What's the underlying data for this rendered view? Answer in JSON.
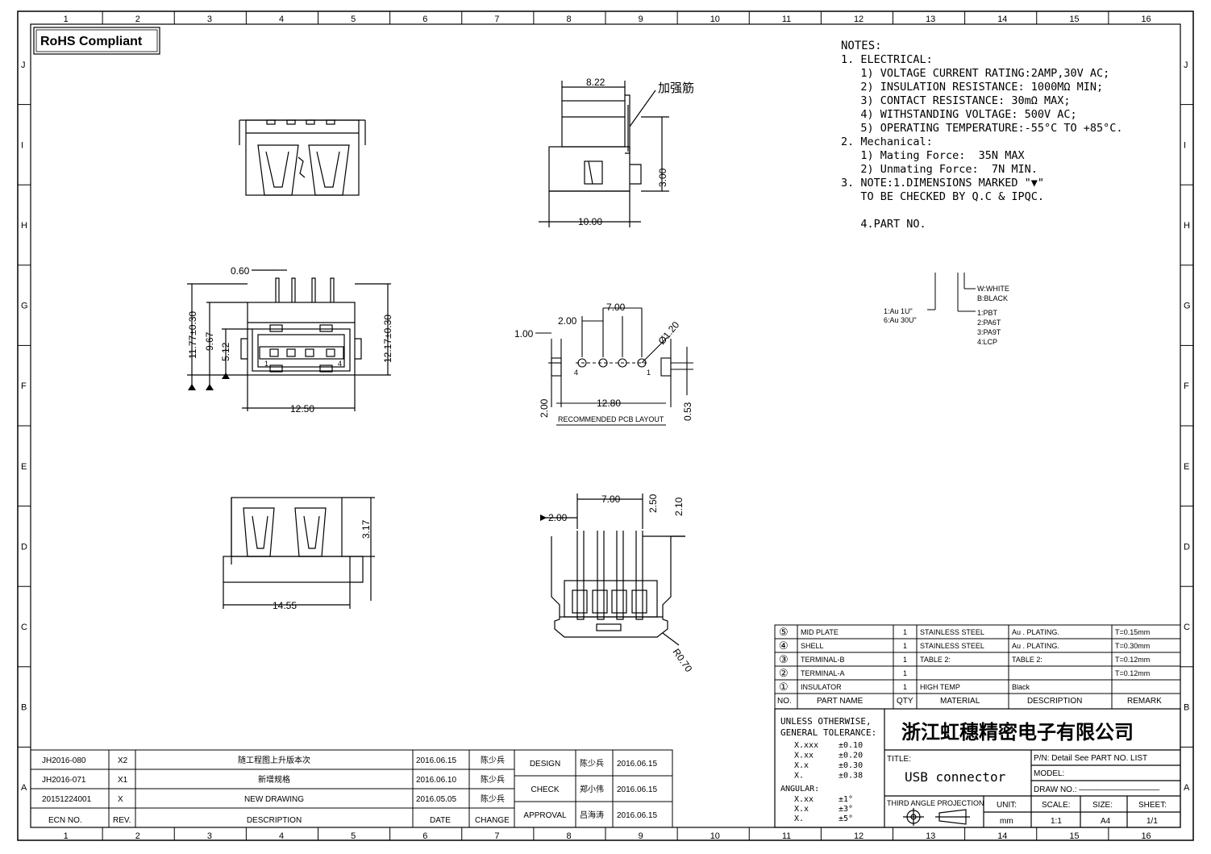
{
  "rohs": "RoHS  Compliant",
  "border": {
    "cols": [
      "1",
      "2",
      "3",
      "4",
      "5",
      "6",
      "7",
      "8",
      "9",
      "10",
      "11",
      "12",
      "13",
      "14",
      "15",
      "16"
    ],
    "rows": [
      "J",
      "I",
      "H",
      "G",
      "F",
      "E",
      "D",
      "C",
      "B",
      "A"
    ]
  },
  "notes": {
    "heading": "NOTES:",
    "lines": [
      "1. ELECTRICAL:",
      "   1) VOLTAGE CURRENT RATING:2AMP,30V AC;",
      "   2) INSULATION RESISTANCE: 1000MΩ MIN;",
      "   3) CONTACT RESISTANCE: 30mΩ MAX;",
      "   4) WITHSTANDING VOLTAGE: 500V AC;",
      "   5) OPERATING TEMPERATURE:-55°C TO +85°C.",
      "2. Mechanical:",
      "   1) Mating Force:  35N MAX",
      "   2) Unmating Force:  7N MIN.",
      "3. NOTE:1.DIMENSIONS MARKED \"▼\"",
      "   TO BE CHECKED BY Q.C & IPQC.",
      "",
      "   4.PART NO."
    ]
  },
  "part_no": {
    "color": [
      "W:WHITE",
      "B:BLACK"
    ],
    "material": [
      "1:PBT",
      "2:PA6T",
      "3:PA9T",
      "4:LCP"
    ],
    "plating": [
      "1:Au 1U\"",
      "6:Au 30U\""
    ]
  },
  "dims": {
    "top_w": "8.22",
    "rib": "加强筋",
    "side_h": "3.00",
    "side_w": "10.00",
    "d060": "0.60",
    "h1177": "11.77±0.30",
    "h967": "9.67",
    "h512": "5.12",
    "h1217": "12.17±0.30",
    "w1250": "12.50",
    "pin1": "1",
    "pin4": "4",
    "p700": "7.00",
    "p200": "2.00",
    "p100": "1.00",
    "p120": "Ø1.20",
    "p200b": "2.00",
    "p1280": "12.80",
    "p053": "0.53",
    "pcb_label": "RECOMMENDED PCB LAYOUT",
    "b317": "3.17",
    "b1455": "14.55",
    "r700": "7.00",
    "r200": "2.00",
    "r250": "2.50",
    "r210": "2.10",
    "r070": "R0.70"
  },
  "bom": {
    "rows": [
      {
        "no": "⑤",
        "name": "MID PLATE",
        "qty": "1",
        "material": "STAINLESS STEEL",
        "desc": "Au . PLATING.",
        "remark": "T=0.15mm"
      },
      {
        "no": "④",
        "name": "SHELL",
        "qty": "1",
        "material": "STAINLESS STEEL",
        "desc": "Au . PLATING.",
        "remark": "T=0.30mm"
      },
      {
        "no": "③",
        "name": "TERMINAL-B",
        "qty": "1",
        "material": "TABLE 2:",
        "desc": "TABLE 2:",
        "remark": "T=0.12mm"
      },
      {
        "no": "②",
        "name": "TERMINAL-A",
        "qty": "1",
        "material": "",
        "desc": "",
        "remark": "T=0.12mm"
      },
      {
        "no": "①",
        "name": "INSULATOR",
        "qty": "1",
        "material": "HIGH TEMP",
        "desc": "Black",
        "remark": ""
      }
    ],
    "header": {
      "no": "NO.",
      "name": "PART NAME",
      "qty": "QTY",
      "material": "MATERIAL",
      "desc": "DESCRIPTION",
      "remark": "REMARK"
    }
  },
  "tolerance": {
    "title1": "UNLESS OTHERWISE,",
    "title2": "GENERAL TOLERANCE:",
    "rows": [
      [
        "X.xxx",
        "±0.10"
      ],
      [
        "X.xx",
        "±0.20"
      ],
      [
        "X.x",
        "±0.30"
      ],
      [
        "X.",
        "±0.38"
      ]
    ],
    "angular": "ANGULAR:",
    "arows": [
      [
        "X.xx",
        "±1°"
      ],
      [
        "X.x",
        "±3°"
      ],
      [
        "X.",
        "±5°"
      ]
    ]
  },
  "company": "浙江虹穗精密电子有限公司",
  "title_label": "TITLE:",
  "title": "USB connector",
  "pn": "P/N: Detail  See  PART  NO.  LIST",
  "model": "MODEL:",
  "drawno": "DRAW  NO.: ——————————",
  "projection": "THIRD ANGLE PROJECTION",
  "unit_label": "UNIT:",
  "unit": "mm",
  "scale_label": "SCALE:",
  "scale": "1:1",
  "size_label": "SIZE:",
  "size": "A4",
  "sheet_label": "SHEET:",
  "sheet": "1/1",
  "revisions": {
    "rows": [
      {
        "ecn": "JH2016-080",
        "rev": "X2",
        "desc": "随工程图上升版本次",
        "date": "2016.06.15",
        "by": "陈少兵"
      },
      {
        "ecn": "JH2016-071",
        "rev": "X1",
        "desc": "新增规格",
        "date": "2016.06.10",
        "by": "陈少兵"
      },
      {
        "ecn": "20151224001",
        "rev": "X",
        "desc": "NEW DRAWING",
        "date": "2016.05.05",
        "by": "陈少兵"
      }
    ],
    "header": {
      "ecn": "ECN  NO.",
      "rev": "REV.",
      "desc": "DESCRIPTION",
      "date": "DATE",
      "change": "CHANGE"
    }
  },
  "approvals": [
    {
      "role": "DESIGN",
      "name": "陈少兵",
      "date": "2016.06.15"
    },
    {
      "role": "CHECK",
      "name": "郑小伟",
      "date": "2016.06.15"
    },
    {
      "role": "APPROVAL",
      "name": "吕海涛",
      "date": "2016.06.15"
    }
  ]
}
